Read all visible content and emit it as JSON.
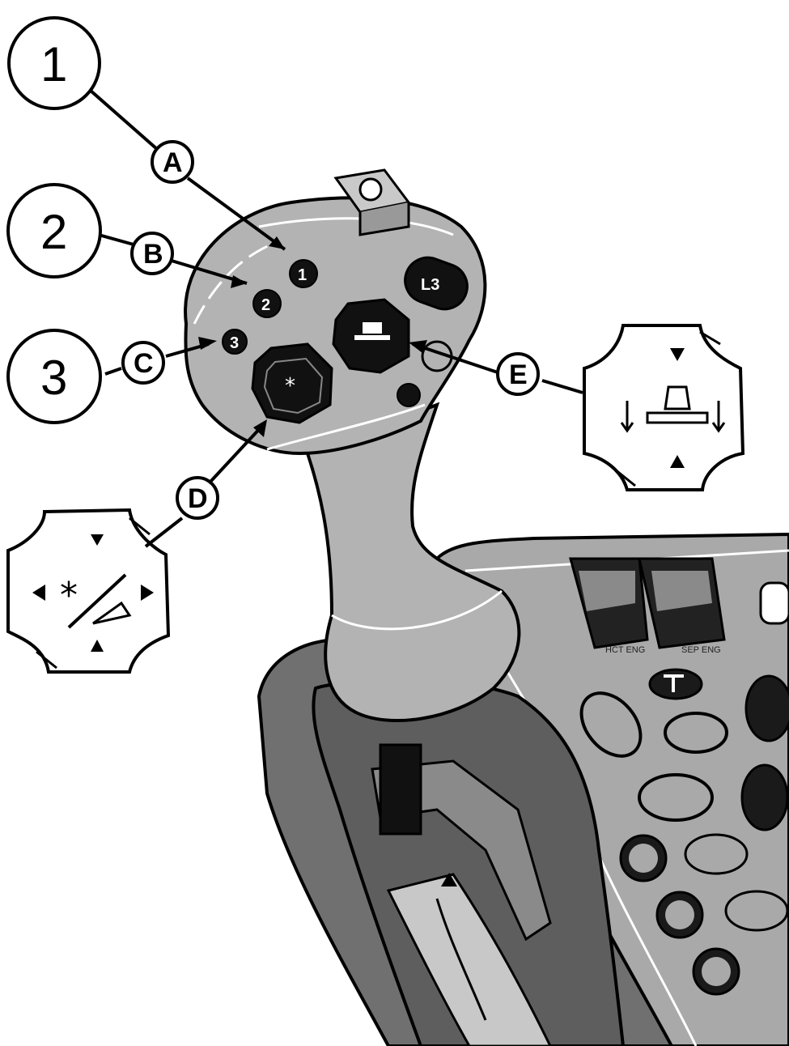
{
  "callouts": {
    "c1": "1",
    "c2": "2",
    "c3": "3"
  },
  "letters": {
    "A": "A",
    "B": "B",
    "C": "C",
    "D": "D",
    "E": "E"
  },
  "handle_buttons": {
    "b1": "1",
    "b2": "2",
    "b3": "3"
  },
  "panel_labels": {
    "left_lever": "HCT ENG",
    "right_lever": "SEP ENG"
  },
  "colors": {
    "line": "#000000",
    "handle_fill": "#b3b3b3",
    "console_dark": "#6e6e6e",
    "panel_fill": "#a8a8a8",
    "background": "#ffffff"
  },
  "icons": {
    "reel_button_symbol": "reel-position-icon",
    "header_button_symbol": "header-height-icon",
    "travel_symbol": "travel-direction-icon"
  }
}
